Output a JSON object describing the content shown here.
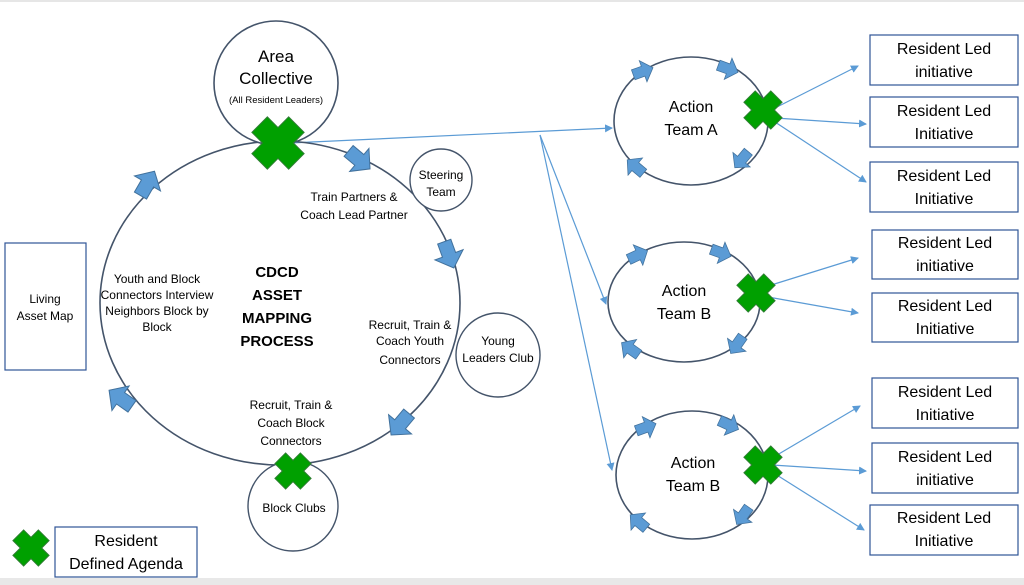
{
  "area_collective": {
    "title_line1": "Area",
    "title_line2": "Collective",
    "subtitle": "(All Resident Leaders)"
  },
  "main_process": {
    "title_lines": [
      "CDCD",
      "ASSET",
      "MAPPING",
      "PROCESS"
    ],
    "left_label_lines": [
      "Youth and Block",
      "Connectors Interview",
      "Neighbors Block by",
      "Block"
    ],
    "top_label_lines": [
      "Train Partners &",
      "Coach Lead Partner"
    ],
    "right_label_lines": [
      "Recruit, Train &",
      "Coach Youth",
      "Connectors"
    ],
    "bottom_label_lines": [
      "Recruit, Train &",
      "Coach Block",
      "Connectors"
    ]
  },
  "steering_team": {
    "lines": [
      "Steering",
      "Team"
    ]
  },
  "young_leaders": {
    "lines": [
      "Young",
      "Leaders Club"
    ]
  },
  "block_clubs": {
    "label": "Block Clubs"
  },
  "living_asset_map": {
    "lines": [
      "Living",
      "Asset Map"
    ]
  },
  "action_teams": [
    {
      "lines": [
        "Action",
        "Team A"
      ]
    },
    {
      "lines": [
        "Action",
        "Team B"
      ]
    },
    {
      "lines": [
        "Action",
        "Team B"
      ]
    }
  ],
  "initiatives": [
    {
      "lines": [
        "Resident Led",
        "initiative"
      ]
    },
    {
      "lines": [
        "Resident Led",
        "Initiative"
      ]
    },
    {
      "lines": [
        "Resident Led",
        "Initiative"
      ]
    },
    {
      "lines": [
        "Resident Led",
        "initiative"
      ]
    },
    {
      "lines": [
        "Resident Led",
        "Initiative"
      ]
    },
    {
      "lines": [
        "Resident Led",
        "Initiative"
      ]
    },
    {
      "lines": [
        "Resident Led",
        "initiative"
      ]
    },
    {
      "lines": [
        "Resident Led",
        "Initiative"
      ]
    }
  ],
  "legend": {
    "label_lines": [
      "Resident",
      "Defined Agenda"
    ]
  },
  "colors": {
    "circle_stroke": "#44546a",
    "arrow_fill": "#5b9bd5",
    "arrow_stroke": "#41719c",
    "line_blue": "#5b9bd5",
    "cross_fill": "#00a000",
    "cross_stroke": "#2e7d32",
    "box_stroke": "#2f5597"
  }
}
